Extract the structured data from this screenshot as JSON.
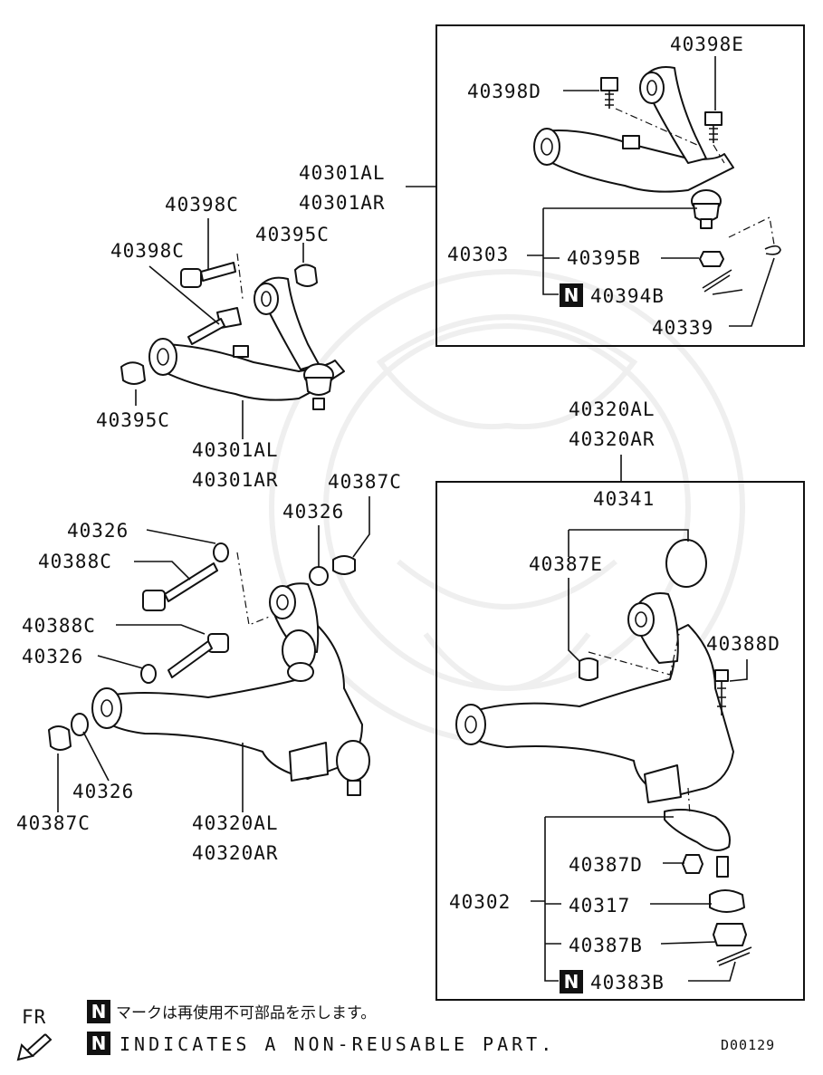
{
  "labels": {
    "p40398E": "40398E",
    "p40398D": "40398D",
    "p40301AL_top": "40301AL",
    "p40301AR_top": "40301AR",
    "p40303": "40303",
    "p40395B": "40395B",
    "p40394B": "40394B",
    "p40339": "40339",
    "p40398C_a": "40398C",
    "p40398C_b": "40398C",
    "p40395C_a": "40395C",
    "p40395C_b": "40395C",
    "p40301AL_mid": "40301AL",
    "p40301AR_mid": "40301AR",
    "p40387C_a": "40387C",
    "p40326_a": "40326",
    "p40326_b": "40326",
    "p40388C_a": "40388C",
    "p40388C_b": "40388C",
    "p40326_c": "40326",
    "p40326_d": "40326",
    "p40387C_b": "40387C",
    "p40320AL_bot": "40320AL",
    "p40320AR_bot": "40320AR",
    "p40320AL_top": "40320AL",
    "p40320AR_top": "40320AR",
    "p40341": "40341",
    "p40387E": "40387E",
    "p40388D": "40388D",
    "p40387D": "40387D",
    "p40302": "40302",
    "p40317": "40317",
    "p40387B": "40387B",
    "p40383B": "40383B"
  },
  "n_mark": "N",
  "legend": {
    "jp": "マークは再使用不可部品を示します。",
    "en": "INDICATES A NON-REUSABLE PART."
  },
  "direction": "FR",
  "diagram_code": "D00129"
}
